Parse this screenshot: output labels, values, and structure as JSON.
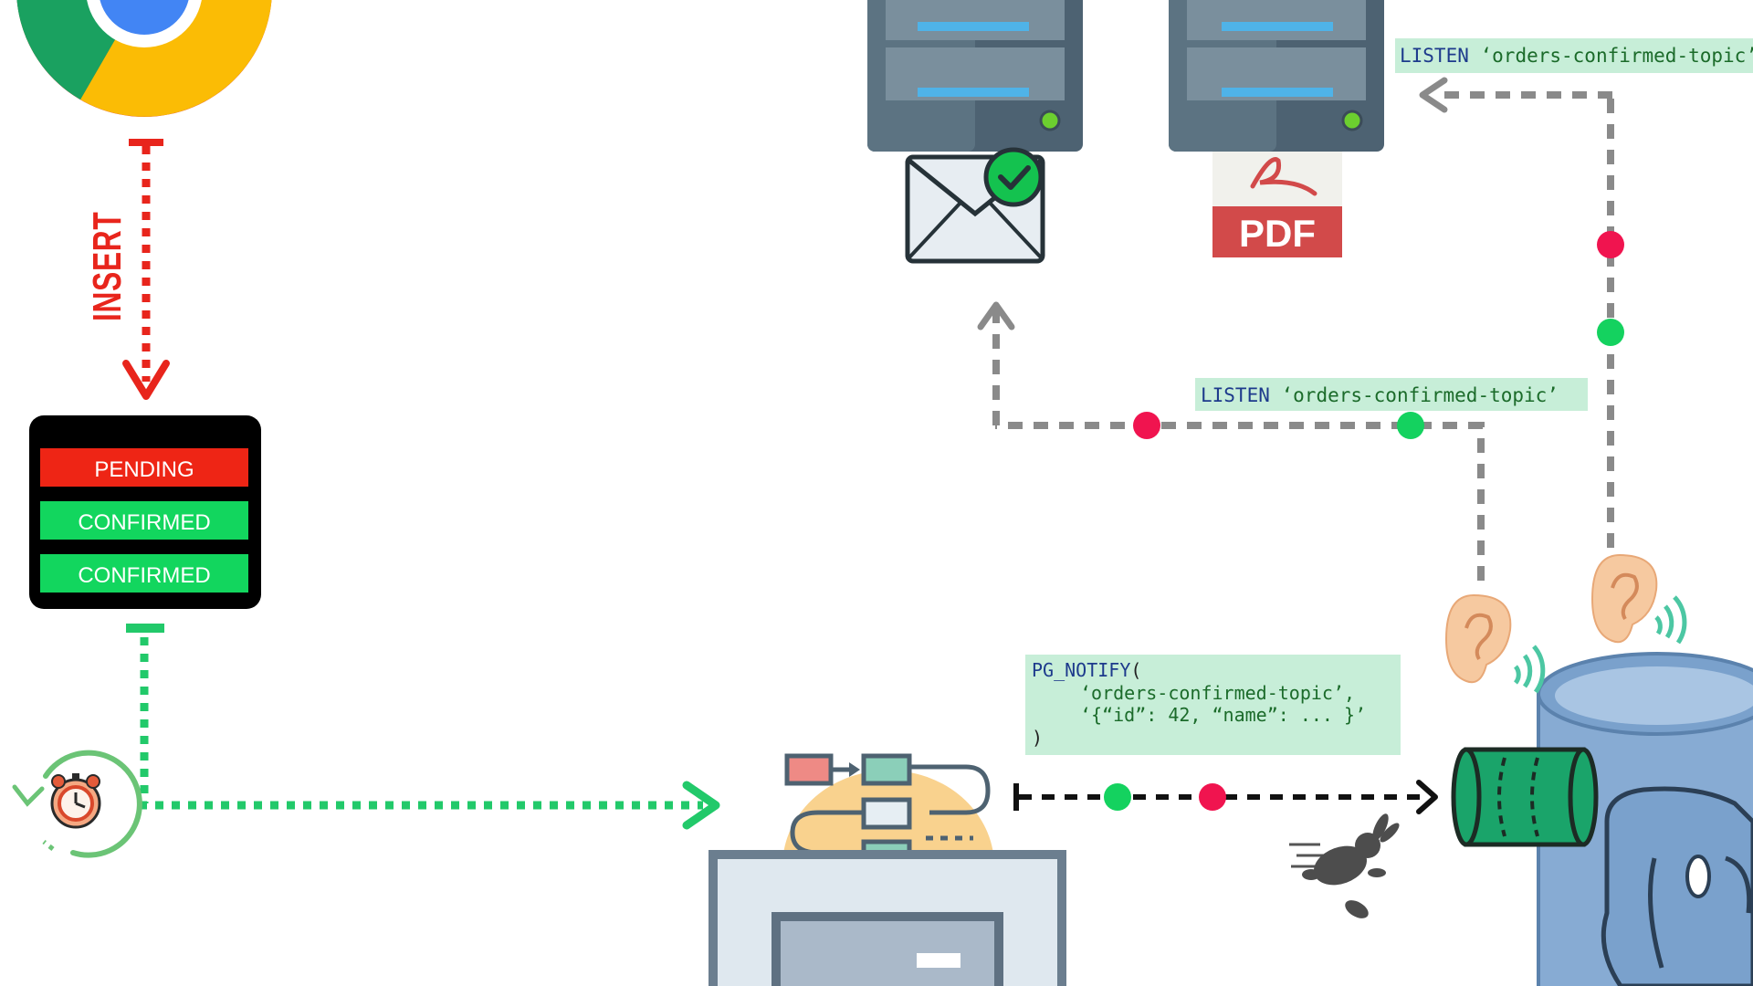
{
  "colors": {
    "insert_red": "#e8251c",
    "status_pending": "#ee2515",
    "status_confirmed": "#12d65e",
    "flow_green": "#22c96a",
    "arrow_gray": "#8a8a8a",
    "dot_red": "#f0144f",
    "dot_green": "#14d25f",
    "code_bg": "#c7eed8",
    "code_keyword": "#1d3a8c",
    "code_string": "#1b6b2a",
    "server_body": "#4d6272",
    "pdf_red": "#d24a4a",
    "postgres_blue": "#6f98c7"
  },
  "icons": {
    "browser": "chrome-logo-icon",
    "scheduler": "alarm-clock-icon",
    "worker": "workflow-icon",
    "email": "email-check-icon",
    "pdf": "pdf-document-icon",
    "database": "postgresql-elephant-icon",
    "queue": "green-channel-pipe-icon",
    "speed": "running-rabbit-icon",
    "listener": "ear-listening-icon"
  },
  "insert_label": "INSERT",
  "orders_table": {
    "rows": [
      {
        "status": "PENDING",
        "state": "pending"
      },
      {
        "status": "CONFIRMED",
        "state": "confirmed"
      },
      {
        "status": "CONFIRMED",
        "state": "confirmed"
      }
    ]
  },
  "pdf_label": "PDF",
  "listen_top": {
    "keyword": "LISTEN",
    "topic": "‘orders-confirmed-topic’"
  },
  "listen_middle": {
    "keyword": "LISTEN",
    "topic": "‘orders-confirmed-topic’"
  },
  "notify": {
    "function": "PG_NOTIFY",
    "open_paren": "(",
    "arg_topic": "‘orders-confirmed-topic’,",
    "arg_payload": "‘{“id”: 42, “name”: ... }’",
    "close_paren": ")"
  }
}
